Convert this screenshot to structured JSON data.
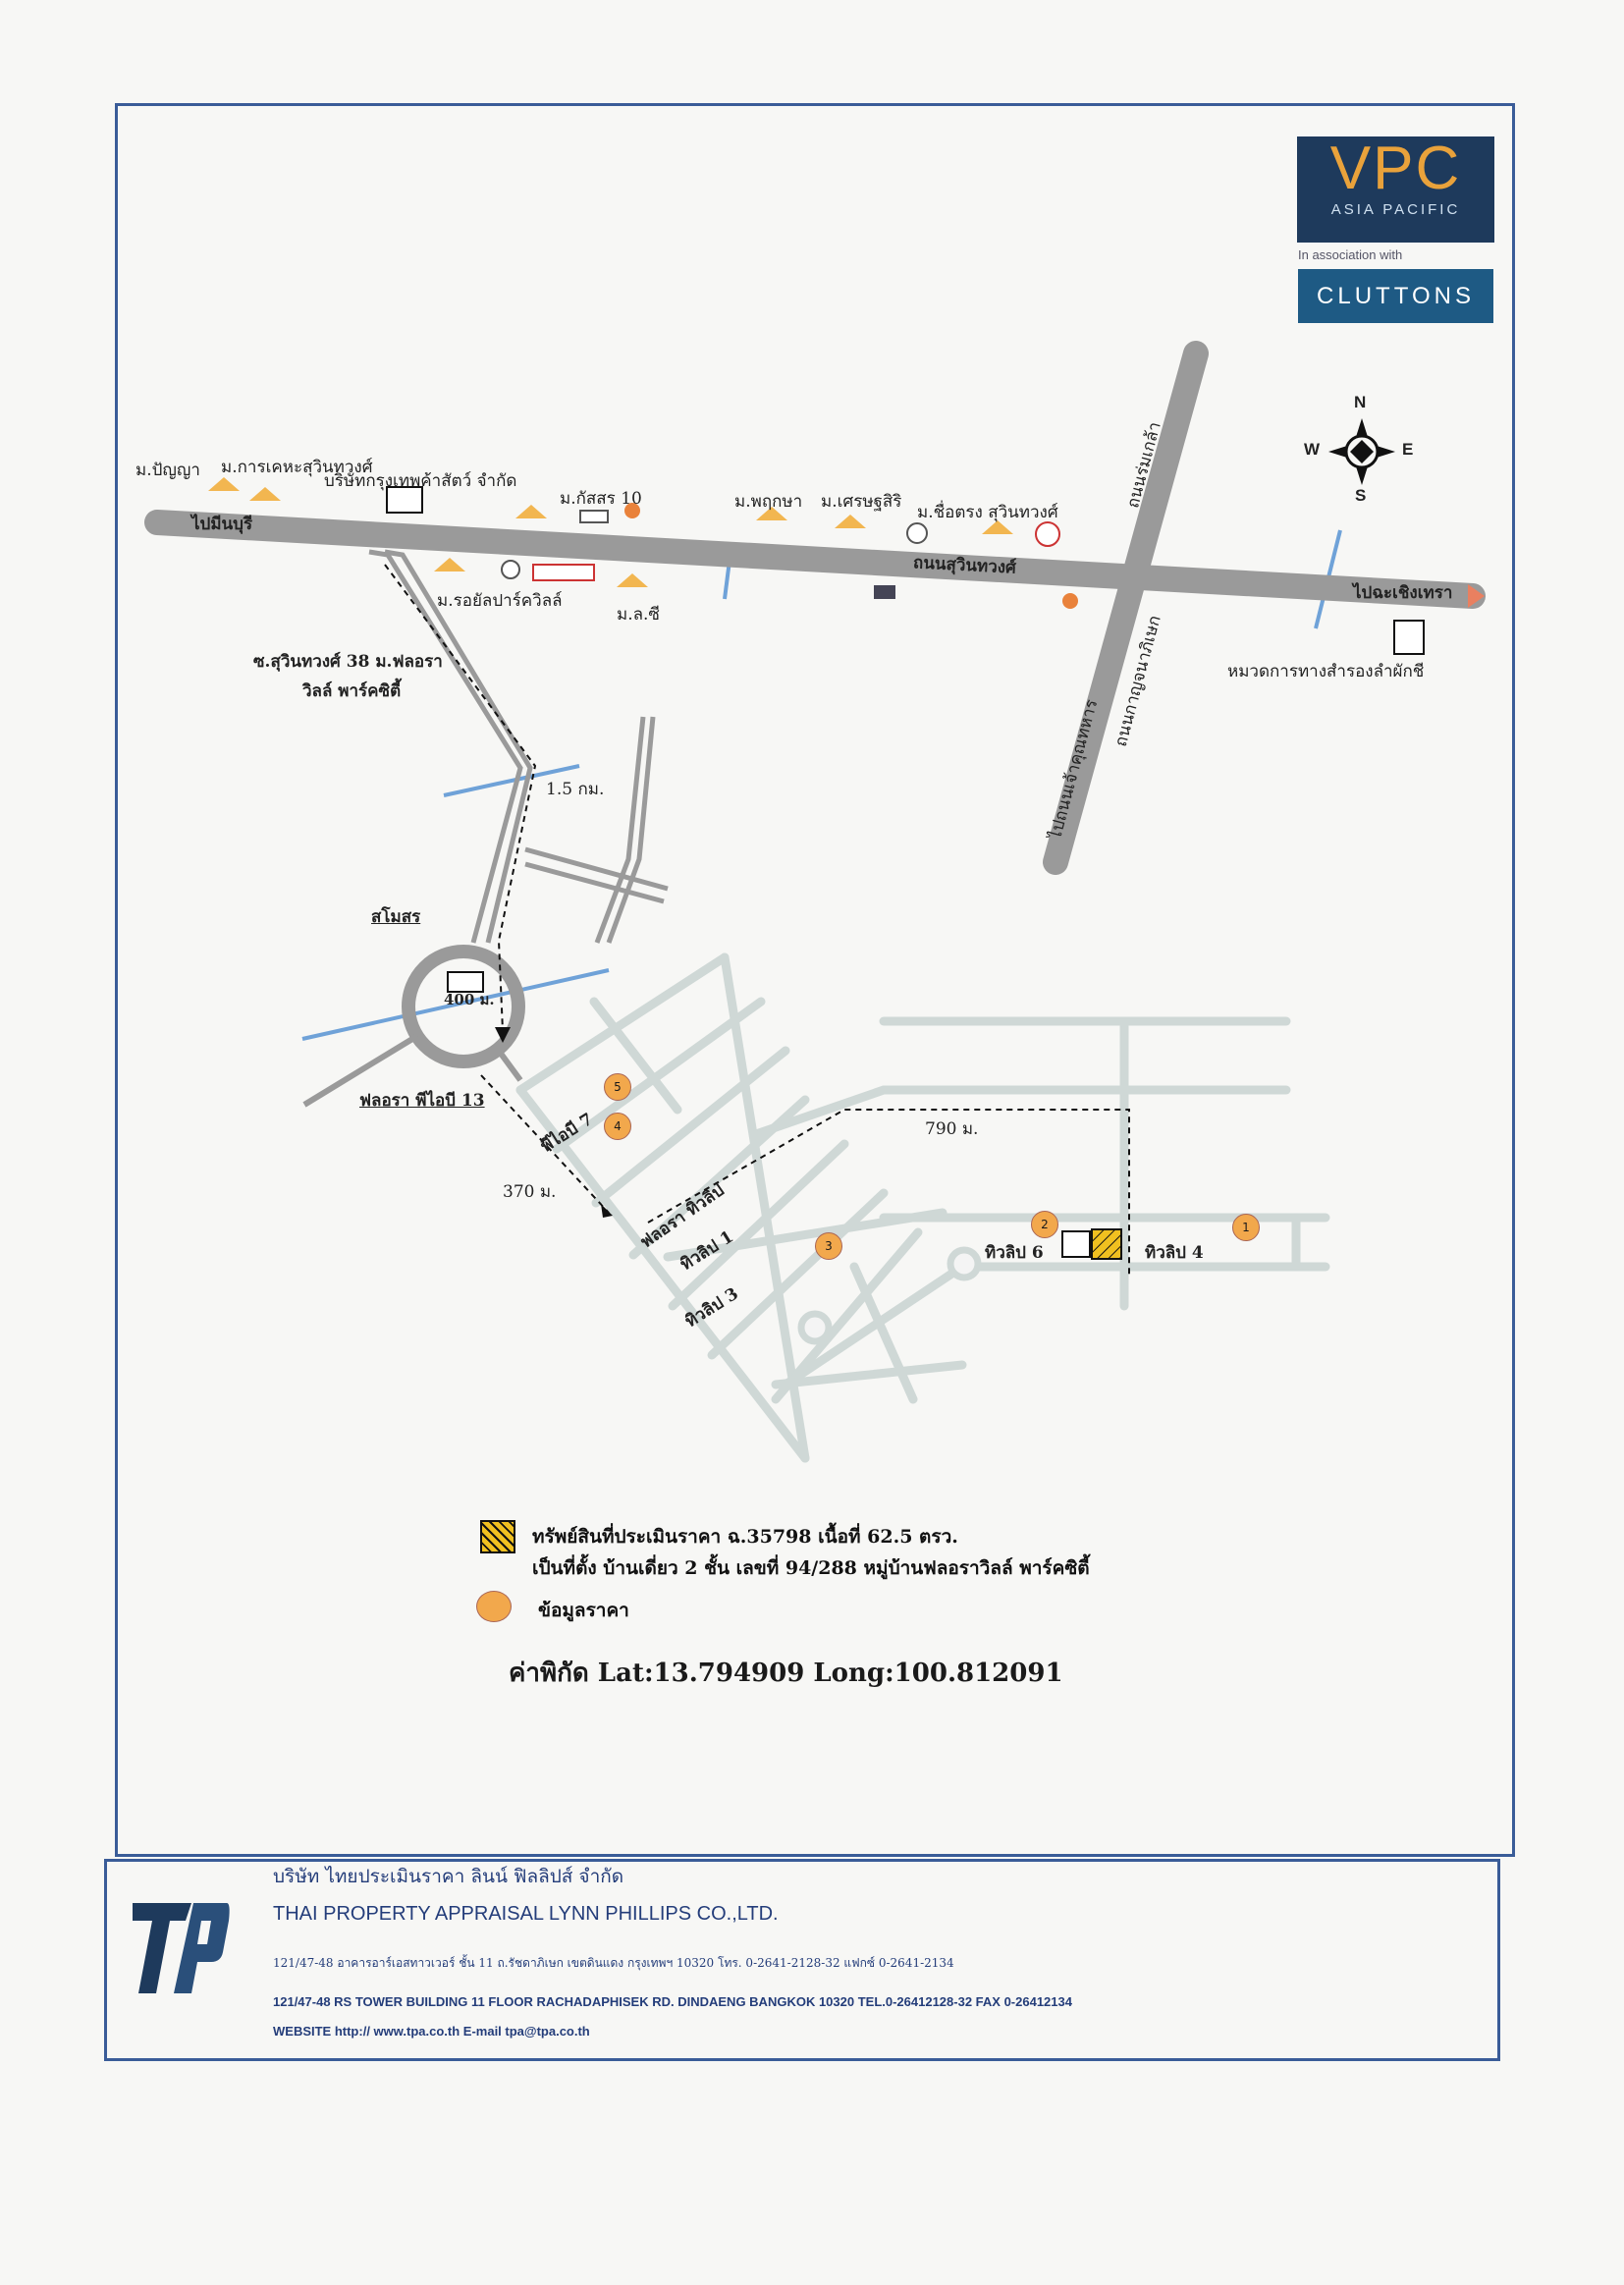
{
  "brand": {
    "vpc_main": "VPC",
    "vpc_sub": "ASIA PACIFIC",
    "association": "In association with",
    "cluttons": "CLUTTONS"
  },
  "compass": {
    "n": "N",
    "s": "S",
    "e": "E",
    "w": "W"
  },
  "map_labels": {
    "to_minburi": "ไปมีนบุรี",
    "to_chachoengsao": "ไปฉะเชิงเทรา",
    "road_suwinthawong": "ถนนสุวินทวงศ์",
    "road_khlong_nueng": "ถนนร่มเกล้า",
    "road_kanchana": "ถนนกาญจนาภิเษก",
    "to_lat_krabang": "ไปถนนเจ้าคุณทหาร",
    "ban_panya": "ม.ปัญญา",
    "ban_karnkeha": "ม.การเคหะสุวินทวงศ์",
    "company_krungthep": "บริษัทกรุงเทพค้าสัตว์ จำกัด",
    "ban_kassara": "ม.กัสสร 10",
    "ban_pruksa": "ม.พฤกษา",
    "ban_settasiri": "ม.เศรษฐสิริ",
    "ban_suetrong": "ม.ชื่อตรง สุวินทวงศ์",
    "ban_royal_park": "ม.รอยัลปาร์ควิลล์",
    "ban_lc": "ม.ล.ซี",
    "highway_dept": "หมวดการทางสำรองลำผักชี",
    "soi_38": "ซ.สุวินทวงศ์ 38 ม.ฟลอรา",
    "villa_park": "วิลล์ พาร์คซิตี้",
    "dist_1_5": "1.5 กม.",
    "samosorn": "สโมสร",
    "dist_400": "400 ม.",
    "flora_b13": "ฟลอรา พีไอบี 13",
    "dist_370": "370 ม.",
    "dist_790": "790 ม.",
    "soi_7": "พีไอบี 7",
    "flora_tivilip": "ฟลอรา ทิวลิป",
    "tivilip_1": "ทิวลิป 1",
    "tivilip_3": "ทิวลิป 3",
    "tivilip_6": "ทิวลิป 6",
    "tivilip_4": "ทิวลิป 4"
  },
  "markers": [
    "1",
    "2",
    "3",
    "4",
    "5"
  ],
  "legend": {
    "property_line1": "ทรัพย์สินที่ประเมินราคา ฉ.35798 เนื้อที่ 62.5 ตรว.",
    "property_line2": "เป็นที่ตั้ง บ้านเดี่ยว 2 ชั้น เลขที่ 94/288 หมู่บ้านฟลอราวิลล์ พาร์คซิตี้",
    "price_data": "ข้อมูลราคา"
  },
  "coords_label": "ค่าพิกัด Lat:13.794909 Long:100.812091",
  "footer": {
    "name_th": "บริษัท ไทยประเมินราคา ลินน์ ฟิลลิปส์ จำกัด",
    "name_en": "THAI PROPERTY APPRAISAL LYNN PHILLIPS CO.,LTD.",
    "address_th": "121/47-48 อาคารอาร์เอสทาวเวอร์ ชั้น 11 ถ.รัชดาภิเษก เขตดินแดง กรุงเทพฯ 10320 โทร. 0-2641-2128-32 แฟกซ์ 0-2641-2134",
    "address_en": "121/47-48 RS TOWER BUILDING 11 FLOOR RACHADAPHISEK RD. DINDAENG BANGKOK 10320 TEL.0-26412128-32 FAX 0-26412134",
    "website": "WEBSITE  http:// www.tpa.co.th  E-mail tpa@tpa.co.th"
  },
  "colors": {
    "frame": "#3a5c98",
    "main_road": "#9a9a9a",
    "soi_road": "#cfd8d6",
    "canal": "#6fa2d8",
    "marker": "#f2a84c",
    "property": "#f0c020"
  }
}
